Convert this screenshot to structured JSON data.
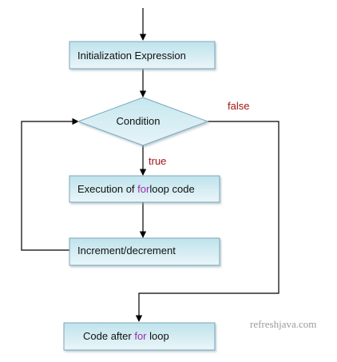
{
  "nodes": {
    "init": {
      "label": "Initialization Expression"
    },
    "condition": {
      "label": "Condition"
    },
    "execution": {
      "before": "Execution of ",
      "keyword": "for",
      "after": "loop code"
    },
    "increment": {
      "label": "Increment/decrement"
    },
    "after": {
      "before": "Code after ",
      "keyword": "for",
      "after": " loop"
    }
  },
  "edges": {
    "true_label": "true",
    "false_label": "false"
  },
  "watermark": "refreshjava.com",
  "colors": {
    "box_fill_top": "#bfe3ec",
    "box_fill_bottom": "#eaf6f9",
    "keyword": "#9a2fa8",
    "branch_label": "#a31515"
  }
}
